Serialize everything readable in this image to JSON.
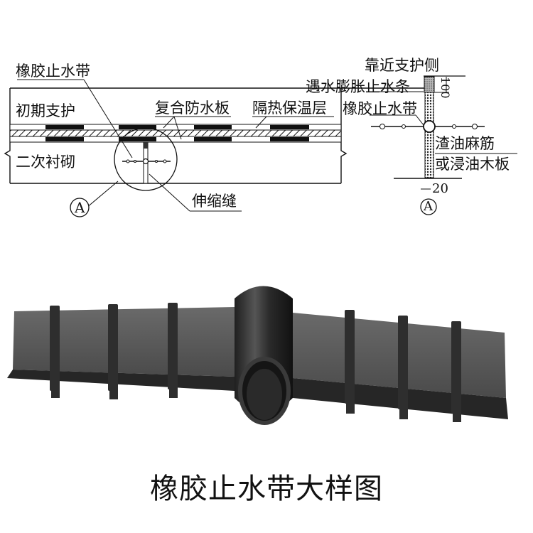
{
  "diagram": {
    "section_view": {
      "labels": {
        "rubber_waterstop": "橡胶止水带",
        "initial_support": "初期支护",
        "composite_waterproof_board": "复合防水板",
        "insulation_layer": "隔热保温层",
        "secondary_lining": "二次衬砌",
        "expansion_joint": "伸缩缝",
        "detail_marker": "A"
      }
    },
    "detail_A": {
      "labels": {
        "near_support_side": "靠近支护侧",
        "water_swelling_strip": "遇水膨胀止水条",
        "rubber_waterstop": "橡胶止水带",
        "filler_line1": "渣油麻筋",
        "filler_line2": "或浸油木板",
        "dim_strip": "100",
        "dim_joint": "20",
        "detail_marker": "A"
      }
    },
    "photo": {
      "subject": "rubber waterstop product photo",
      "colors": {
        "rubber_dark": "#2b2b2b",
        "rubber_face": "#5a5a5a",
        "rubber_light": "#7a7a7a"
      }
    },
    "caption": "橡胶止水带大样图"
  }
}
